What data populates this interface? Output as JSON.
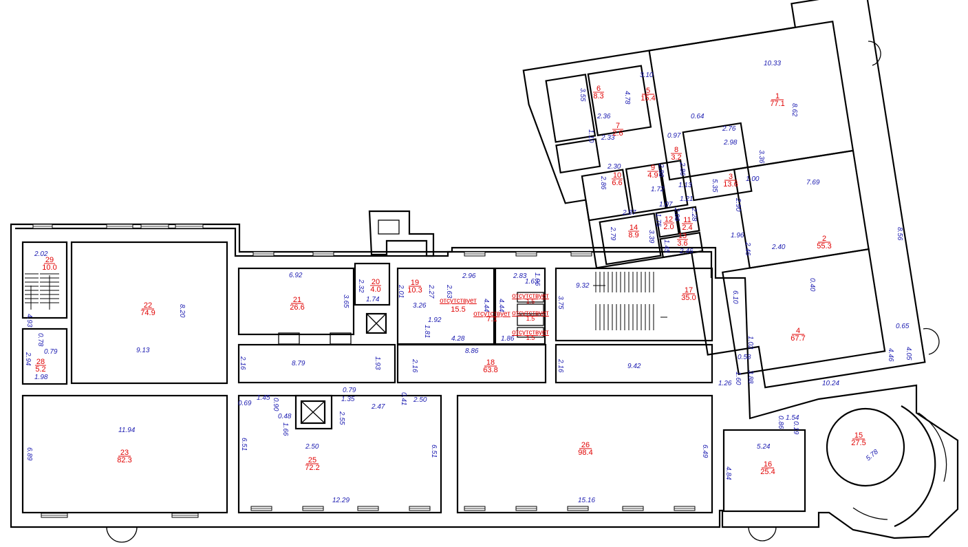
{
  "rooms": [
    {
      "id": "room-1",
      "num": "1",
      "area": "77.1"
    },
    {
      "id": "room-2",
      "num": "2",
      "area": "55.3"
    },
    {
      "id": "room-3",
      "num": "3",
      "area": "13.6"
    },
    {
      "id": "room-4",
      "num": "4",
      "area": "67.7"
    },
    {
      "id": "room-5",
      "num": "5",
      "area": "15.4"
    },
    {
      "id": "room-6",
      "num": "6",
      "area": "8.3"
    },
    {
      "id": "room-7",
      "num": "7",
      "area": "2.6"
    },
    {
      "id": "room-8",
      "num": "8",
      "area": "3.2"
    },
    {
      "id": "room-9",
      "num": "9",
      "area": "4.9"
    },
    {
      "id": "room-10",
      "num": "10",
      "area": "6.6"
    },
    {
      "id": "room-11",
      "num": "11",
      "area": "2.4"
    },
    {
      "id": "room-12",
      "num": "12",
      "area": "2.0"
    },
    {
      "id": "room-13",
      "num": "13",
      "area": "3.6"
    },
    {
      "id": "room-14",
      "num": "14",
      "area": "8.9"
    },
    {
      "id": "room-15",
      "num": "15",
      "area": "27.5"
    },
    {
      "id": "room-16",
      "num": "16",
      "area": "25.4"
    },
    {
      "id": "room-17",
      "num": "17",
      "area": "35.0"
    },
    {
      "id": "room-18",
      "num": "18",
      "area": "63.8"
    },
    {
      "id": "room-19",
      "num": "19",
      "area": "10.3"
    },
    {
      "id": "room-20",
      "num": "20",
      "area": "4.0"
    },
    {
      "id": "room-21",
      "num": "21",
      "area": "26.6"
    },
    {
      "id": "room-22",
      "num": "22",
      "area": "74.9"
    },
    {
      "id": "room-23",
      "num": "23",
      "area": "82.3"
    },
    {
      "id": "room-25",
      "num": "25",
      "area": "72.2"
    },
    {
      "id": "room-26",
      "num": "26",
      "area": "98.4"
    },
    {
      "id": "room-28",
      "num": "28",
      "area": "5.2"
    },
    {
      "id": "room-29",
      "num": "29",
      "area": "10.0"
    }
  ],
  "notes": [
    {
      "id": "note-a",
      "text": "отсутствует",
      "sub": "15.5"
    },
    {
      "id": "note-b",
      "text": "отсутствует",
      "sub": "1.5"
    },
    {
      "id": "note-c",
      "text": "отсутствует",
      "sub": "1.5"
    },
    {
      "id": "note-d",
      "text": "отсутствует",
      "sub": "1.5"
    },
    {
      "id": "note-e",
      "text": "отсутствует",
      "sub": "7.1"
    }
  ],
  "dimensions": [
    "10.33",
    "8.62",
    "3.10",
    "4.78",
    "3.55",
    "2.36",
    "1.10",
    "2.33",
    "0.97",
    "0.64",
    "2.76",
    "2.98",
    "3.36",
    "2.30",
    "2.86",
    "2.86",
    "1.72",
    "2.86",
    "1.13",
    "1.21",
    "1.07",
    "2.06",
    "1.75",
    "2.28",
    "2.87",
    "2.79",
    "3.39",
    "1.45",
    "2.46",
    "5.35",
    "1.00",
    "7.69",
    "2.90",
    "1.96",
    "2.46",
    "2.40",
    "8.56",
    "0.40",
    "6.10",
    "1.02",
    "0.65",
    "4.05",
    "4.46",
    "0.58",
    "3.88",
    "1.60",
    "1.26",
    "10.24",
    "0.86",
    "1.54",
    "0.19",
    "5.78",
    "5.24",
    "4.84",
    "2.02",
    "4.93",
    "0.78",
    "0.79",
    "2.94",
    "1.98",
    "8.20",
    "9.13",
    "6.92",
    "3.65",
    "2.16",
    "8.79",
    "1.93",
    "2.32",
    "1.74",
    "2.01",
    "3.26",
    "2.27",
    "2.63",
    "1.92",
    "1.81",
    "2.96",
    "4.44",
    "4.28",
    "8.86",
    "2.83",
    "1.63",
    "1.06",
    "4.44",
    "1.86",
    "3.75",
    "9.32",
    "2.16",
    "9.42",
    "2.16",
    "11.94",
    "6.89",
    "1.45",
    "0.69",
    "6.51",
    "0.90",
    "0.48",
    "1.66",
    "2.55",
    "2.50",
    "0.79",
    "1.35",
    "2.47",
    "0.41",
    "2.50",
    "6.51",
    "12.29",
    "15.16",
    "6.49"
  ]
}
